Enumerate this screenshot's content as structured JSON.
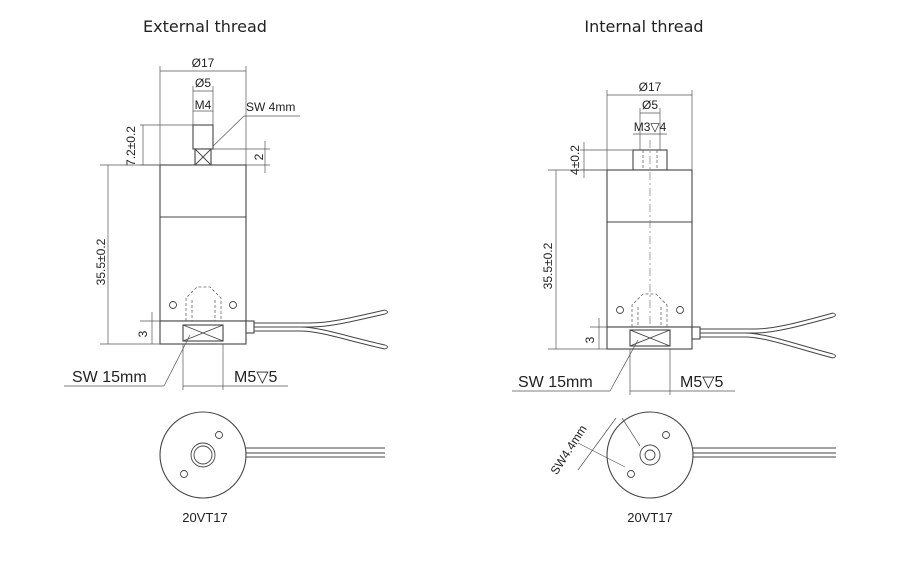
{
  "left": {
    "title": "External thread",
    "dims": {
      "d17": "Ø17",
      "d5": "Ø5",
      "thread_top": "M4",
      "sw_top": "SW 4mm",
      "height_top": "7.2±0.2",
      "two": "2",
      "body_height": "35.5±0.2",
      "three": "3",
      "sw_bottom": "SW 15mm",
      "thread_bottom": "M5▽5"
    },
    "model": "20VT17"
  },
  "right": {
    "title": "Internal thread",
    "dims": {
      "d17": "Ø17",
      "d5": "Ø5",
      "thread_top": "M3▽4",
      "height_top": "4±0.2",
      "body_height": "35.5±0.2",
      "three": "3",
      "sw_bottom": "SW 15mm",
      "thread_bottom": "M5▽5",
      "sw_top_view": "SW4.4mm"
    },
    "model": "20VT17"
  }
}
